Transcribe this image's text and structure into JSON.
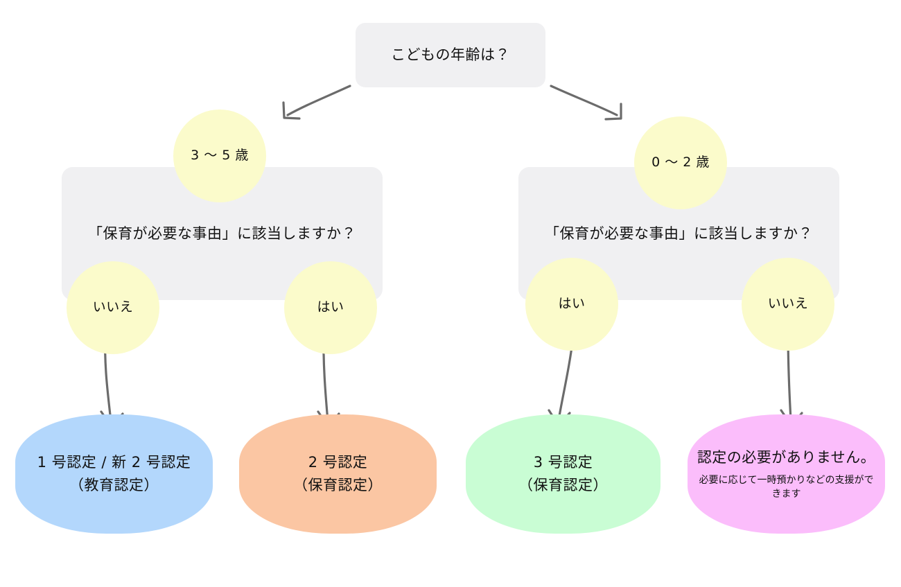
{
  "diagram": {
    "type": "flowchart",
    "title_text": "こどもの年齢は？",
    "background_color": "#ffffff",
    "edge_color": "#6b6b6b",
    "question_node_color": "#f0f0f2",
    "label_circle_color": "#fbfbcb"
  },
  "root": {
    "id": "root-question",
    "text": "こどもの年齢は？"
  },
  "branch_labels": {
    "age_left": "3 〜 5 歳",
    "age_right": "0 〜 2 歳",
    "left_no": "いいえ",
    "left_yes": "はい",
    "right_yes": "はい",
    "right_no": "いいえ"
  },
  "questions": {
    "left": "「保育が必要な事由」に該当しますか？",
    "right": "「保育が必要な事由」に該当しますか？"
  },
  "outcomes": [
    {
      "id": "outcome-1",
      "line1": "1 号認定 / 新 2 号認定",
      "line2": "（教育認定）",
      "sub": "",
      "color": "#b3d7fc",
      "color_name": "blue"
    },
    {
      "id": "outcome-2",
      "line1": "2 号認定",
      "line2": "（保育認定）",
      "sub": "",
      "color": "#fbc6a3",
      "color_name": "peach"
    },
    {
      "id": "outcome-3",
      "line1": "3 号認定",
      "line2": "（保育認定）",
      "sub": "",
      "color": "#c9fdd4",
      "color_name": "mint"
    },
    {
      "id": "outcome-4",
      "line1": "認定の必要がありません。",
      "line2": "",
      "sub": "必要に応じて一時預かりなどの支援ができます",
      "color": "#fbbdfb",
      "color_name": "pink"
    }
  ]
}
